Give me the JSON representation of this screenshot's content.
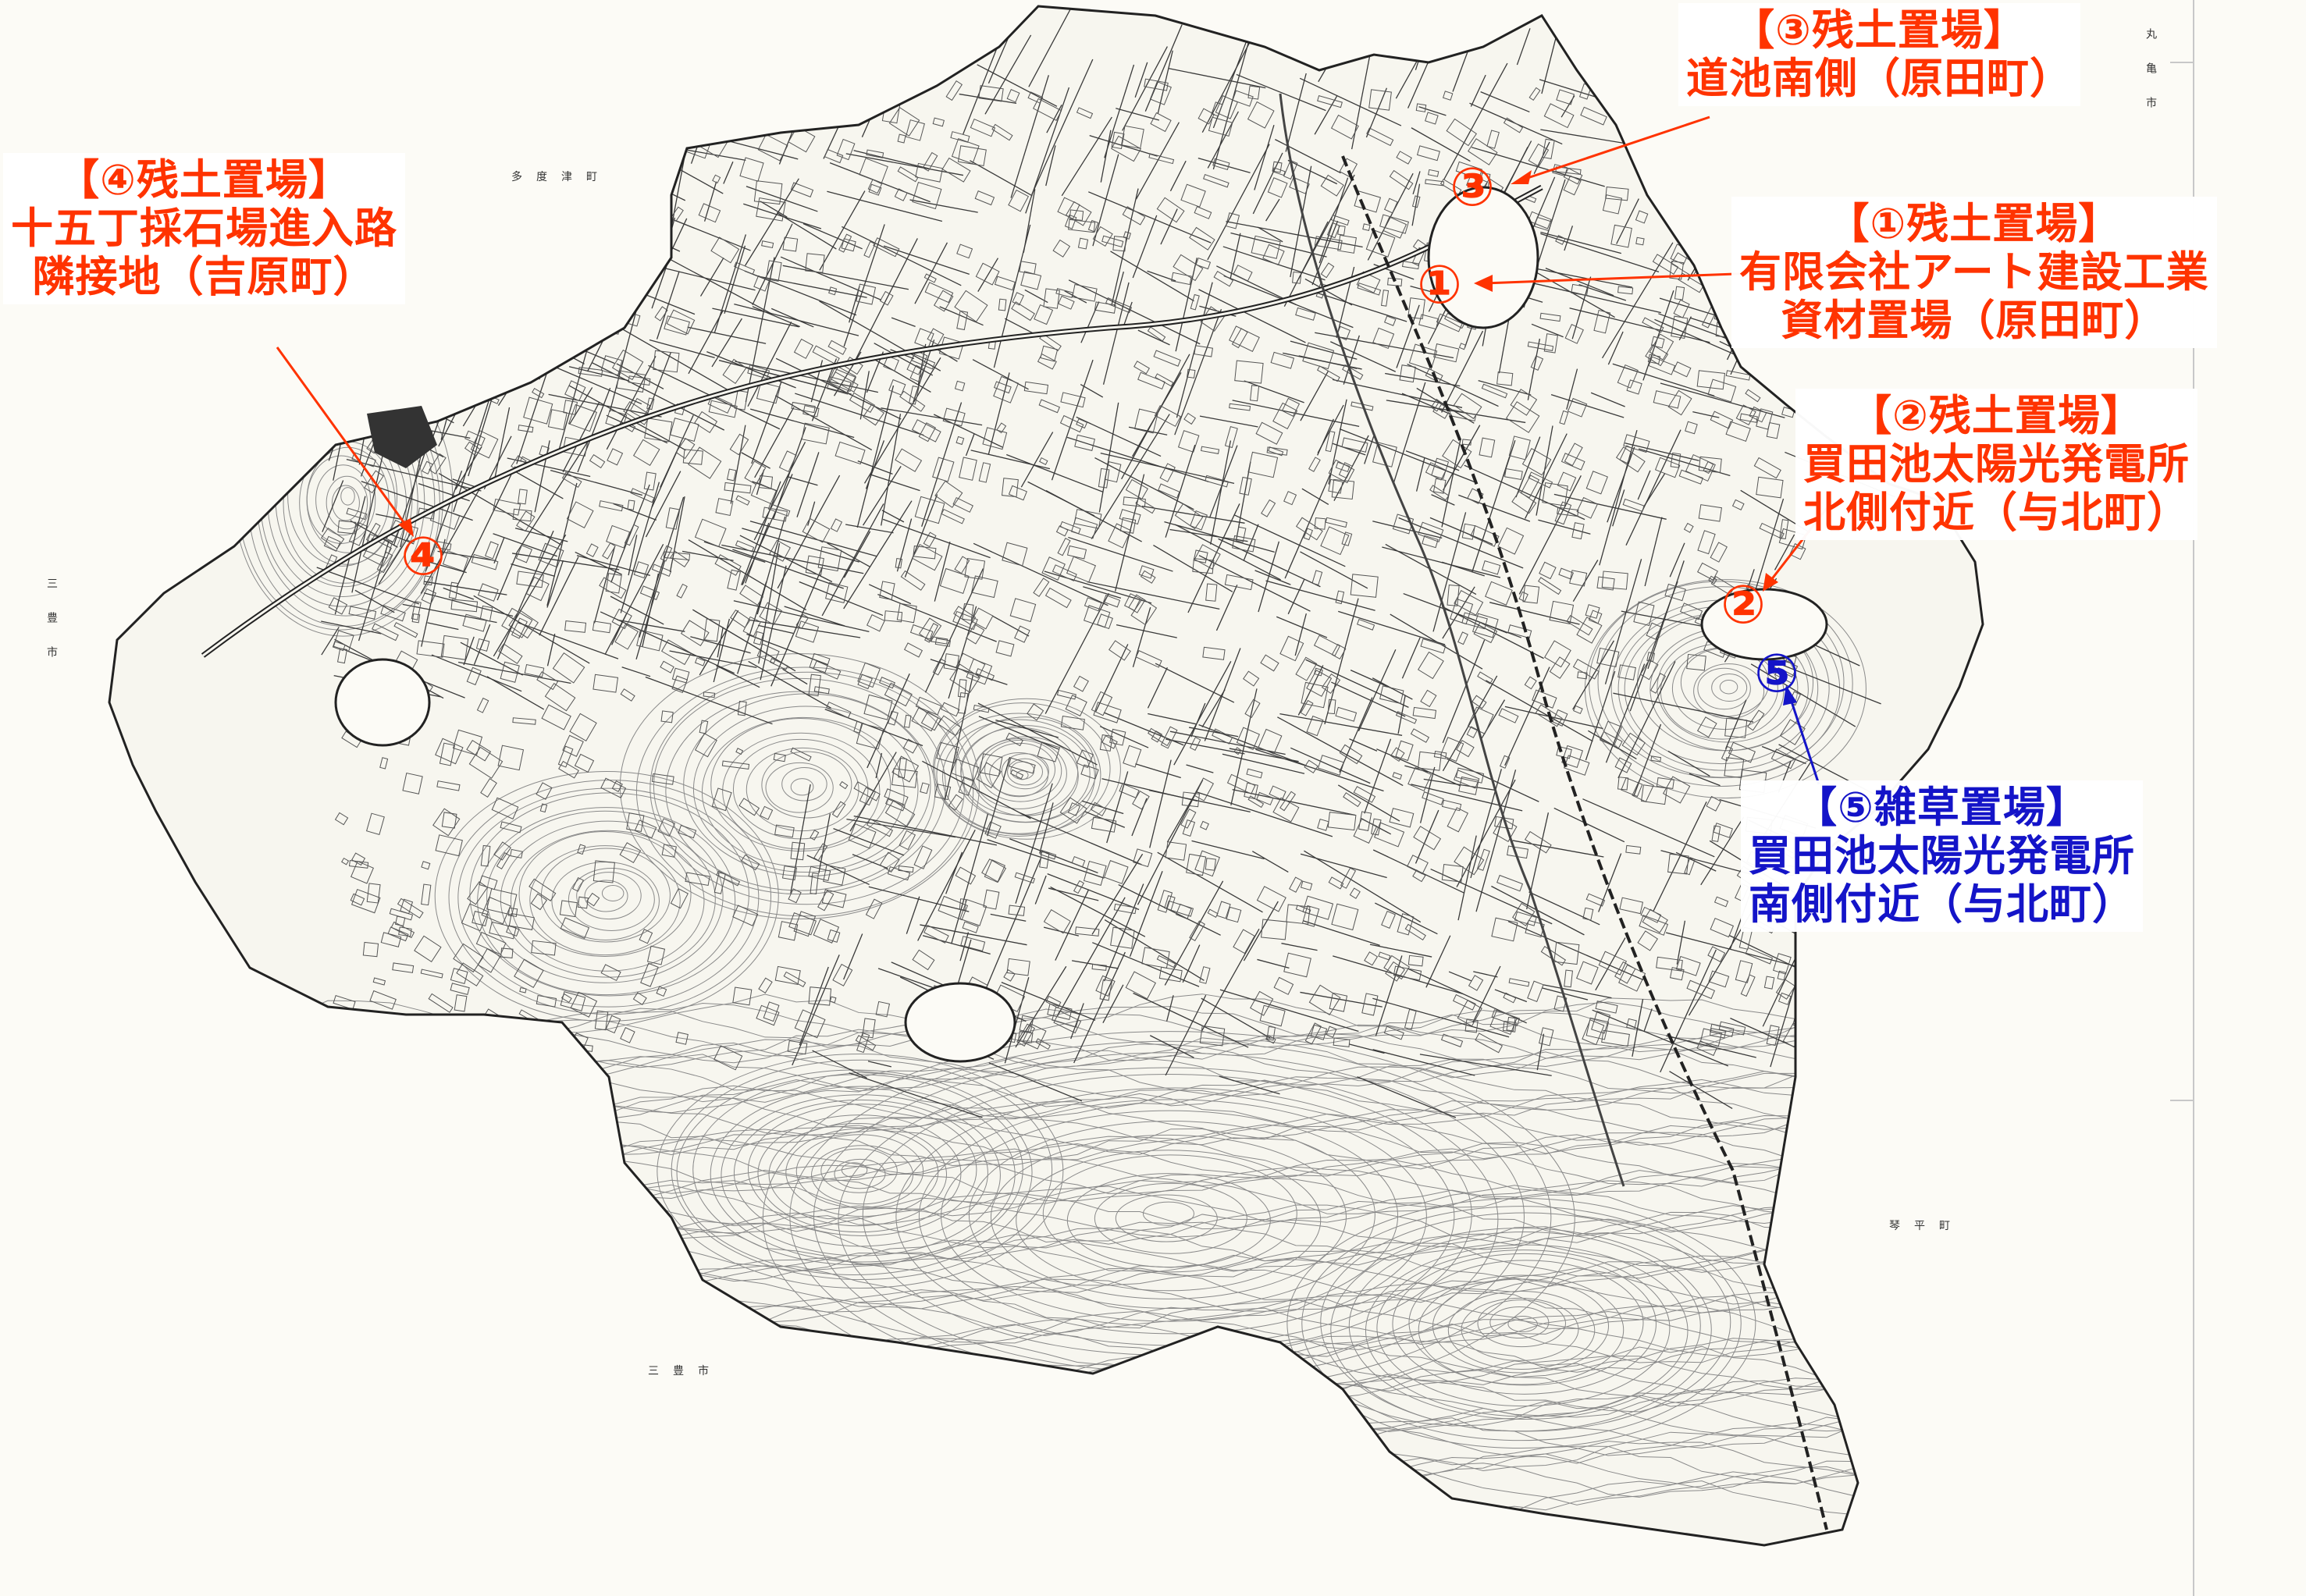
{
  "colors": {
    "waste_soil": "#ff3300",
    "weed": "#1414c8",
    "map_line": "#2a2a2a",
    "paper": "#fcfbf6"
  },
  "callouts": {
    "site3": {
      "lines": [
        "【③残土置場】",
        "道池南側（原田町）"
      ],
      "marker": "③"
    },
    "site1": {
      "lines": [
        "【①残土置場】",
        "有限会社アート建設工業",
        "資材置場（原田町）"
      ],
      "marker": "①"
    },
    "site4": {
      "lines": [
        "【④残土置場】",
        "十五丁採石場進入路",
        "隣接地（吉原町）"
      ],
      "marker": "④"
    },
    "site2": {
      "lines": [
        "【②残土置場】",
        "買田池太陽光発電所",
        "北側付近（与北町）"
      ],
      "marker": "②"
    },
    "site5": {
      "lines": [
        "【⑤雑草置場】",
        "買田池太陽光発電所",
        "南側付近（与北町）"
      ],
      "marker": "⑤"
    }
  },
  "place_labels": {
    "tadotsu": "多度津町",
    "mitoyo_west": "三豊市",
    "mitoyo_south": "三豊市",
    "kotohira": "琴平町",
    "marugame": "丸亀市"
  }
}
